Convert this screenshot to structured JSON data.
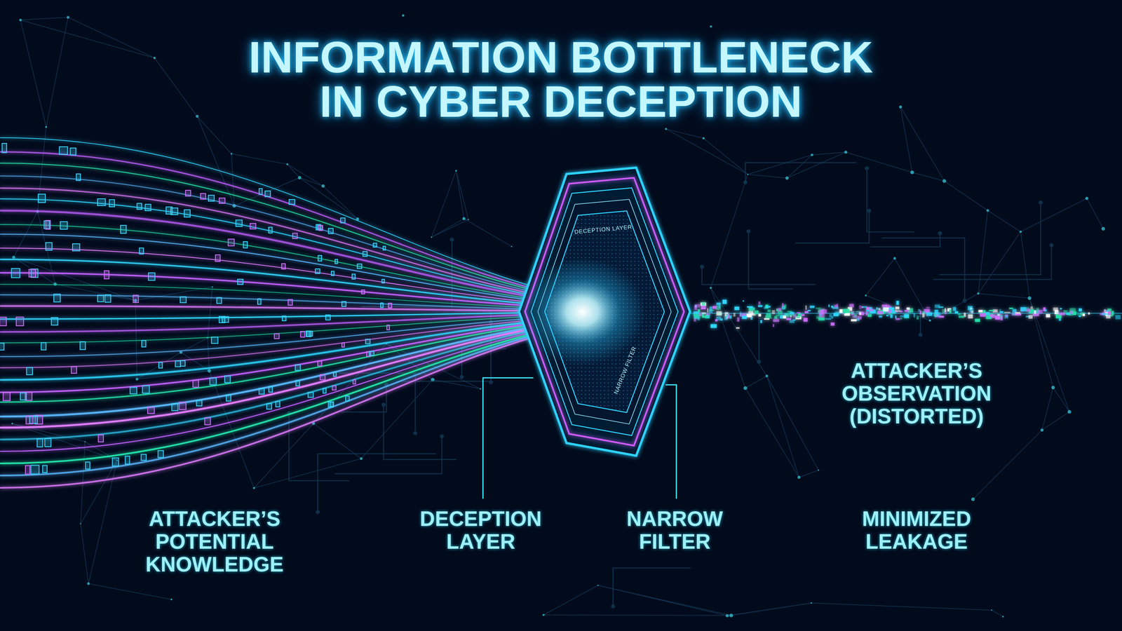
{
  "diagram": {
    "title": "INFORMATION BOTTLENECK IN CYBER DECEPTION",
    "nodes": [
      {
        "text": [
          "DECEPTION LAYER",
          "NARROW FILTER"
        ]
      }
    ],
    "labels": [
      "ATTACKER’S POTENTIAL KNOWLEDGE",
      "DECEPTION LAYER",
      "NARROW FILTER",
      "ATTACKER’S OBSERVATION (DISTORTED)",
      "MINIMIZED LEAKAGE"
    ]
  }
}
